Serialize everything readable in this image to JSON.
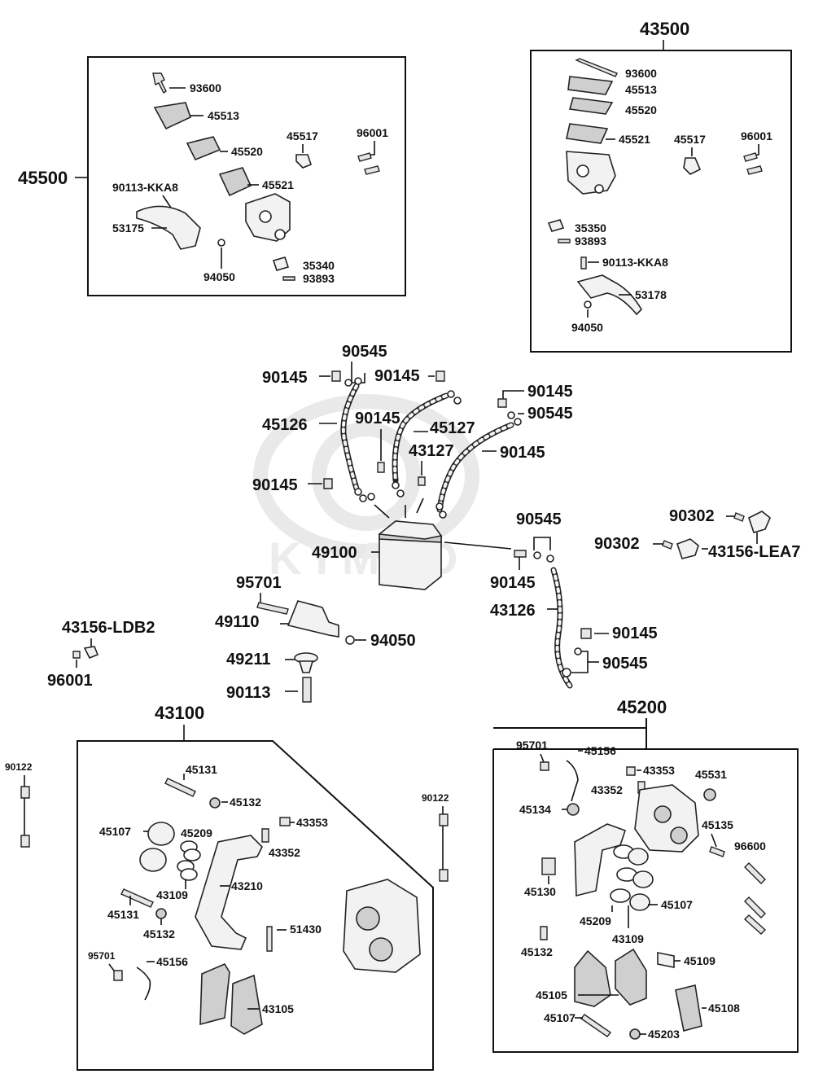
{
  "watermark": {
    "brand": "KYMCO"
  },
  "groups": {
    "left_master": {
      "assembly": "45500",
      "labels": [
        "93600",
        "45513",
        "45520",
        "45521",
        "45517",
        "96001",
        "90113-KKA8",
        "53175",
        "94050",
        "35340",
        "93893"
      ]
    },
    "right_master": {
      "assembly": "43500",
      "labels": [
        "93600",
        "45513",
        "45520",
        "45521",
        "45517",
        "96001",
        "35350",
        "93893",
        "90113-KKA8",
        "53178",
        "94050"
      ]
    },
    "hoses": {
      "labels": [
        "90545",
        "90145",
        "90145",
        "45126",
        "90145",
        "45127",
        "90145",
        "90545",
        "90145",
        "43127",
        "90145"
      ]
    },
    "abs": {
      "labels": [
        "49100",
        "95701",
        "49110",
        "94050",
        "49211",
        "90113"
      ]
    },
    "rear_line": {
      "labels": [
        "90545",
        "90145",
        "43126",
        "90145",
        "90545"
      ]
    },
    "rear_bracket": {
      "labels": [
        "90302",
        "90302",
        "43156-LEA7"
      ]
    },
    "ldb2": {
      "labels": [
        "43156-LDB2",
        "96001"
      ]
    },
    "front_caliper": {
      "assembly": "43100",
      "labels": [
        "90122",
        "45131",
        "45132",
        "45107",
        "45209",
        "43353",
        "43352",
        "43210",
        "43109",
        "45131",
        "45132",
        "51430",
        "95701",
        "45156",
        "43105",
        "90122"
      ]
    },
    "rear_caliper": {
      "assembly": "45200",
      "labels": [
        "95701",
        "45156",
        "43353",
        "43352",
        "45531",
        "45134",
        "45135",
        "96600",
        "45130",
        "45107",
        "45209",
        "43109",
        "45132",
        "45109",
        "45105",
        "45108",
        "45107",
        "45203"
      ]
    }
  }
}
